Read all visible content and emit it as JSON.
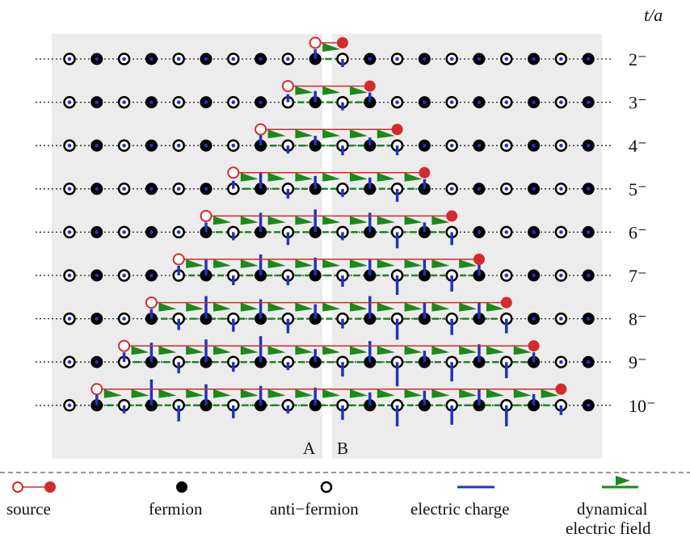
{
  "axis_label": "t/a",
  "region_labels": {
    "a": "A",
    "b": "B"
  },
  "sites_per_row": 20,
  "rows": [
    {
      "label": "2⁻",
      "t": 2,
      "charges": [
        0,
        0,
        0,
        0,
        0,
        0,
        0,
        0,
        0,
        0.6,
        -0.5,
        0,
        0,
        0,
        0,
        0,
        0,
        0,
        0,
        0
      ]
    },
    {
      "label": "3⁻",
      "t": 3,
      "charges": [
        0,
        0,
        0,
        0,
        0,
        0,
        0,
        0,
        0.5,
        0.7,
        -0.5,
        0.6,
        0,
        0,
        0,
        0,
        0,
        0,
        0,
        0
      ]
    },
    {
      "label": "4⁻",
      "t": 4,
      "charges": [
        0,
        0,
        0,
        0,
        0,
        0,
        0,
        0.7,
        -0.5,
        0.6,
        -0.6,
        0.5,
        -0.6,
        0,
        0,
        0,
        0,
        0,
        0,
        0
      ]
    },
    {
      "label": "5⁻",
      "t": 5,
      "charges": [
        0,
        0,
        0,
        0,
        0,
        0,
        0.5,
        1.0,
        -0.6,
        0.8,
        -0.5,
        0.7,
        -0.8,
        0.6,
        0,
        0,
        0,
        0,
        0,
        0
      ]
    },
    {
      "label": "6⁻",
      "t": 6,
      "charges": [
        0,
        0,
        0,
        0,
        0,
        0.6,
        -0.5,
        1.2,
        -0.8,
        1.4,
        -0.5,
        1.2,
        -1.0,
        0.6,
        -0.8,
        0,
        0,
        0,
        0,
        0
      ]
    },
    {
      "label": "7⁻",
      "t": 7,
      "charges": [
        0,
        0,
        0,
        0,
        0.6,
        1.0,
        -0.6,
        1.3,
        -0.6,
        1.1,
        -0.7,
        1.0,
        -1.2,
        1.0,
        -1.0,
        0.7,
        0,
        0,
        0,
        0
      ]
    },
    {
      "label": "8⁻",
      "t": 8,
      "charges": [
        0,
        0,
        0,
        0.6,
        -0.7,
        1.4,
        -0.8,
        1.2,
        -0.9,
        0.9,
        -0.6,
        1.4,
        -1.3,
        1.0,
        -1.0,
        1.0,
        -0.9,
        0,
        0,
        0
      ]
    },
    {
      "label": "9⁻",
      "t": 9,
      "charges": [
        0,
        0,
        0.6,
        1.2,
        -0.7,
        1.4,
        -0.6,
        1.6,
        -0.5,
        0.8,
        -0.9,
        1.3,
        -1.5,
        0.7,
        -1.2,
        1.1,
        -1.0,
        0.6,
        0,
        0
      ]
    },
    {
      "label": "10⁻",
      "t": 10,
      "charges": [
        0,
        0.8,
        -0.5,
        1.6,
        -1.0,
        1.3,
        -0.8,
        1.2,
        -0.5,
        1.1,
        -0.9,
        0.8,
        -1.3,
        0.9,
        -1.2,
        1.0,
        -1.3,
        0.7,
        -0.6,
        0
      ]
    }
  ],
  "legend": {
    "source": "source",
    "fermion": "fermion",
    "anti_fermion": "anti−fermion",
    "electric_charge": "electric charge",
    "field_line1": "dynamical",
    "field_line2": "electric field"
  },
  "colors": {
    "panel": "#ececec",
    "source": "#d42a2a",
    "charge": "#2233bb",
    "field": "#1a8a1a",
    "fermion": "#000000"
  }
}
